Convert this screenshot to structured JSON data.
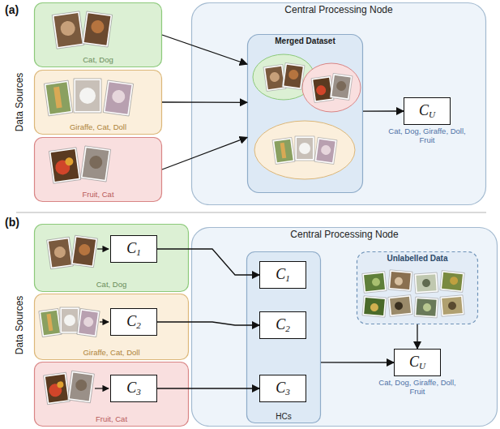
{
  "diagram": {
    "nodes": [
      {
        "text": [
          "Cat, Dog"
        ]
      },
      {
        "text": [
          "Giraffe, Cat, Doll"
        ]
      },
      {
        "text": [
          "Fruit, Cat"
        ]
      },
      {
        "text": [
          "Central Processing Node"
        ]
      },
      {
        "text": [
          "Merged Dataset"
        ],
        "in": 3
      },
      {
        "text": [
          "CU",
          "Cat, Dog, Giraffe, Doll, Fruit"
        ],
        "in": 3
      },
      {
        "text": [
          "Cat, Dog"
        ]
      },
      {
        "text": [
          "C1"
        ],
        "in": 6
      },
      {
        "text": [
          "Giraffe, Cat, Doll"
        ]
      },
      {
        "text": [
          "C2"
        ],
        "in": 8
      },
      {
        "text": [
          "Fruit, Cat"
        ]
      },
      {
        "text": [
          "C3"
        ],
        "in": 10
      },
      {
        "text": [
          "Central Processing Node"
        ]
      },
      {
        "text": [
          "HCs"
        ],
        "in": 12
      },
      {
        "text": [
          "C1"
        ],
        "in": 13
      },
      {
        "text": [
          "C2"
        ],
        "in": 13
      },
      {
        "text": [
          "C3"
        ],
        "in": 13
      },
      {
        "text": [
          "Unlabelled Data"
        ],
        "in": 12
      },
      {
        "text": [
          "CU",
          "Cat, Dog, Giraffe, Doll, Fruit"
        ],
        "in": 12
      }
    ],
    "edges": [
      {
        "from": 0,
        "to": 4,
        "arrow": "to"
      },
      {
        "from": 1,
        "to": 4,
        "arrow": "to"
      },
      {
        "from": 2,
        "to": 4,
        "arrow": "to"
      },
      {
        "from": 4,
        "to": 5,
        "arrow": "to"
      },
      {
        "from": 7,
        "to": 14,
        "arrow": "to"
      },
      {
        "from": 9,
        "to": 15,
        "arrow": "to"
      },
      {
        "from": 11,
        "to": 16,
        "arrow": "to"
      },
      {
        "from": 13,
        "to": 18,
        "arrow": "to"
      },
      {
        "from": 17,
        "to": 18,
        "arrow": "to"
      }
    ],
    "labels": [
      "(a)",
      "Data Sources",
      "(b)",
      "Data Sources"
    ]
  }
}
